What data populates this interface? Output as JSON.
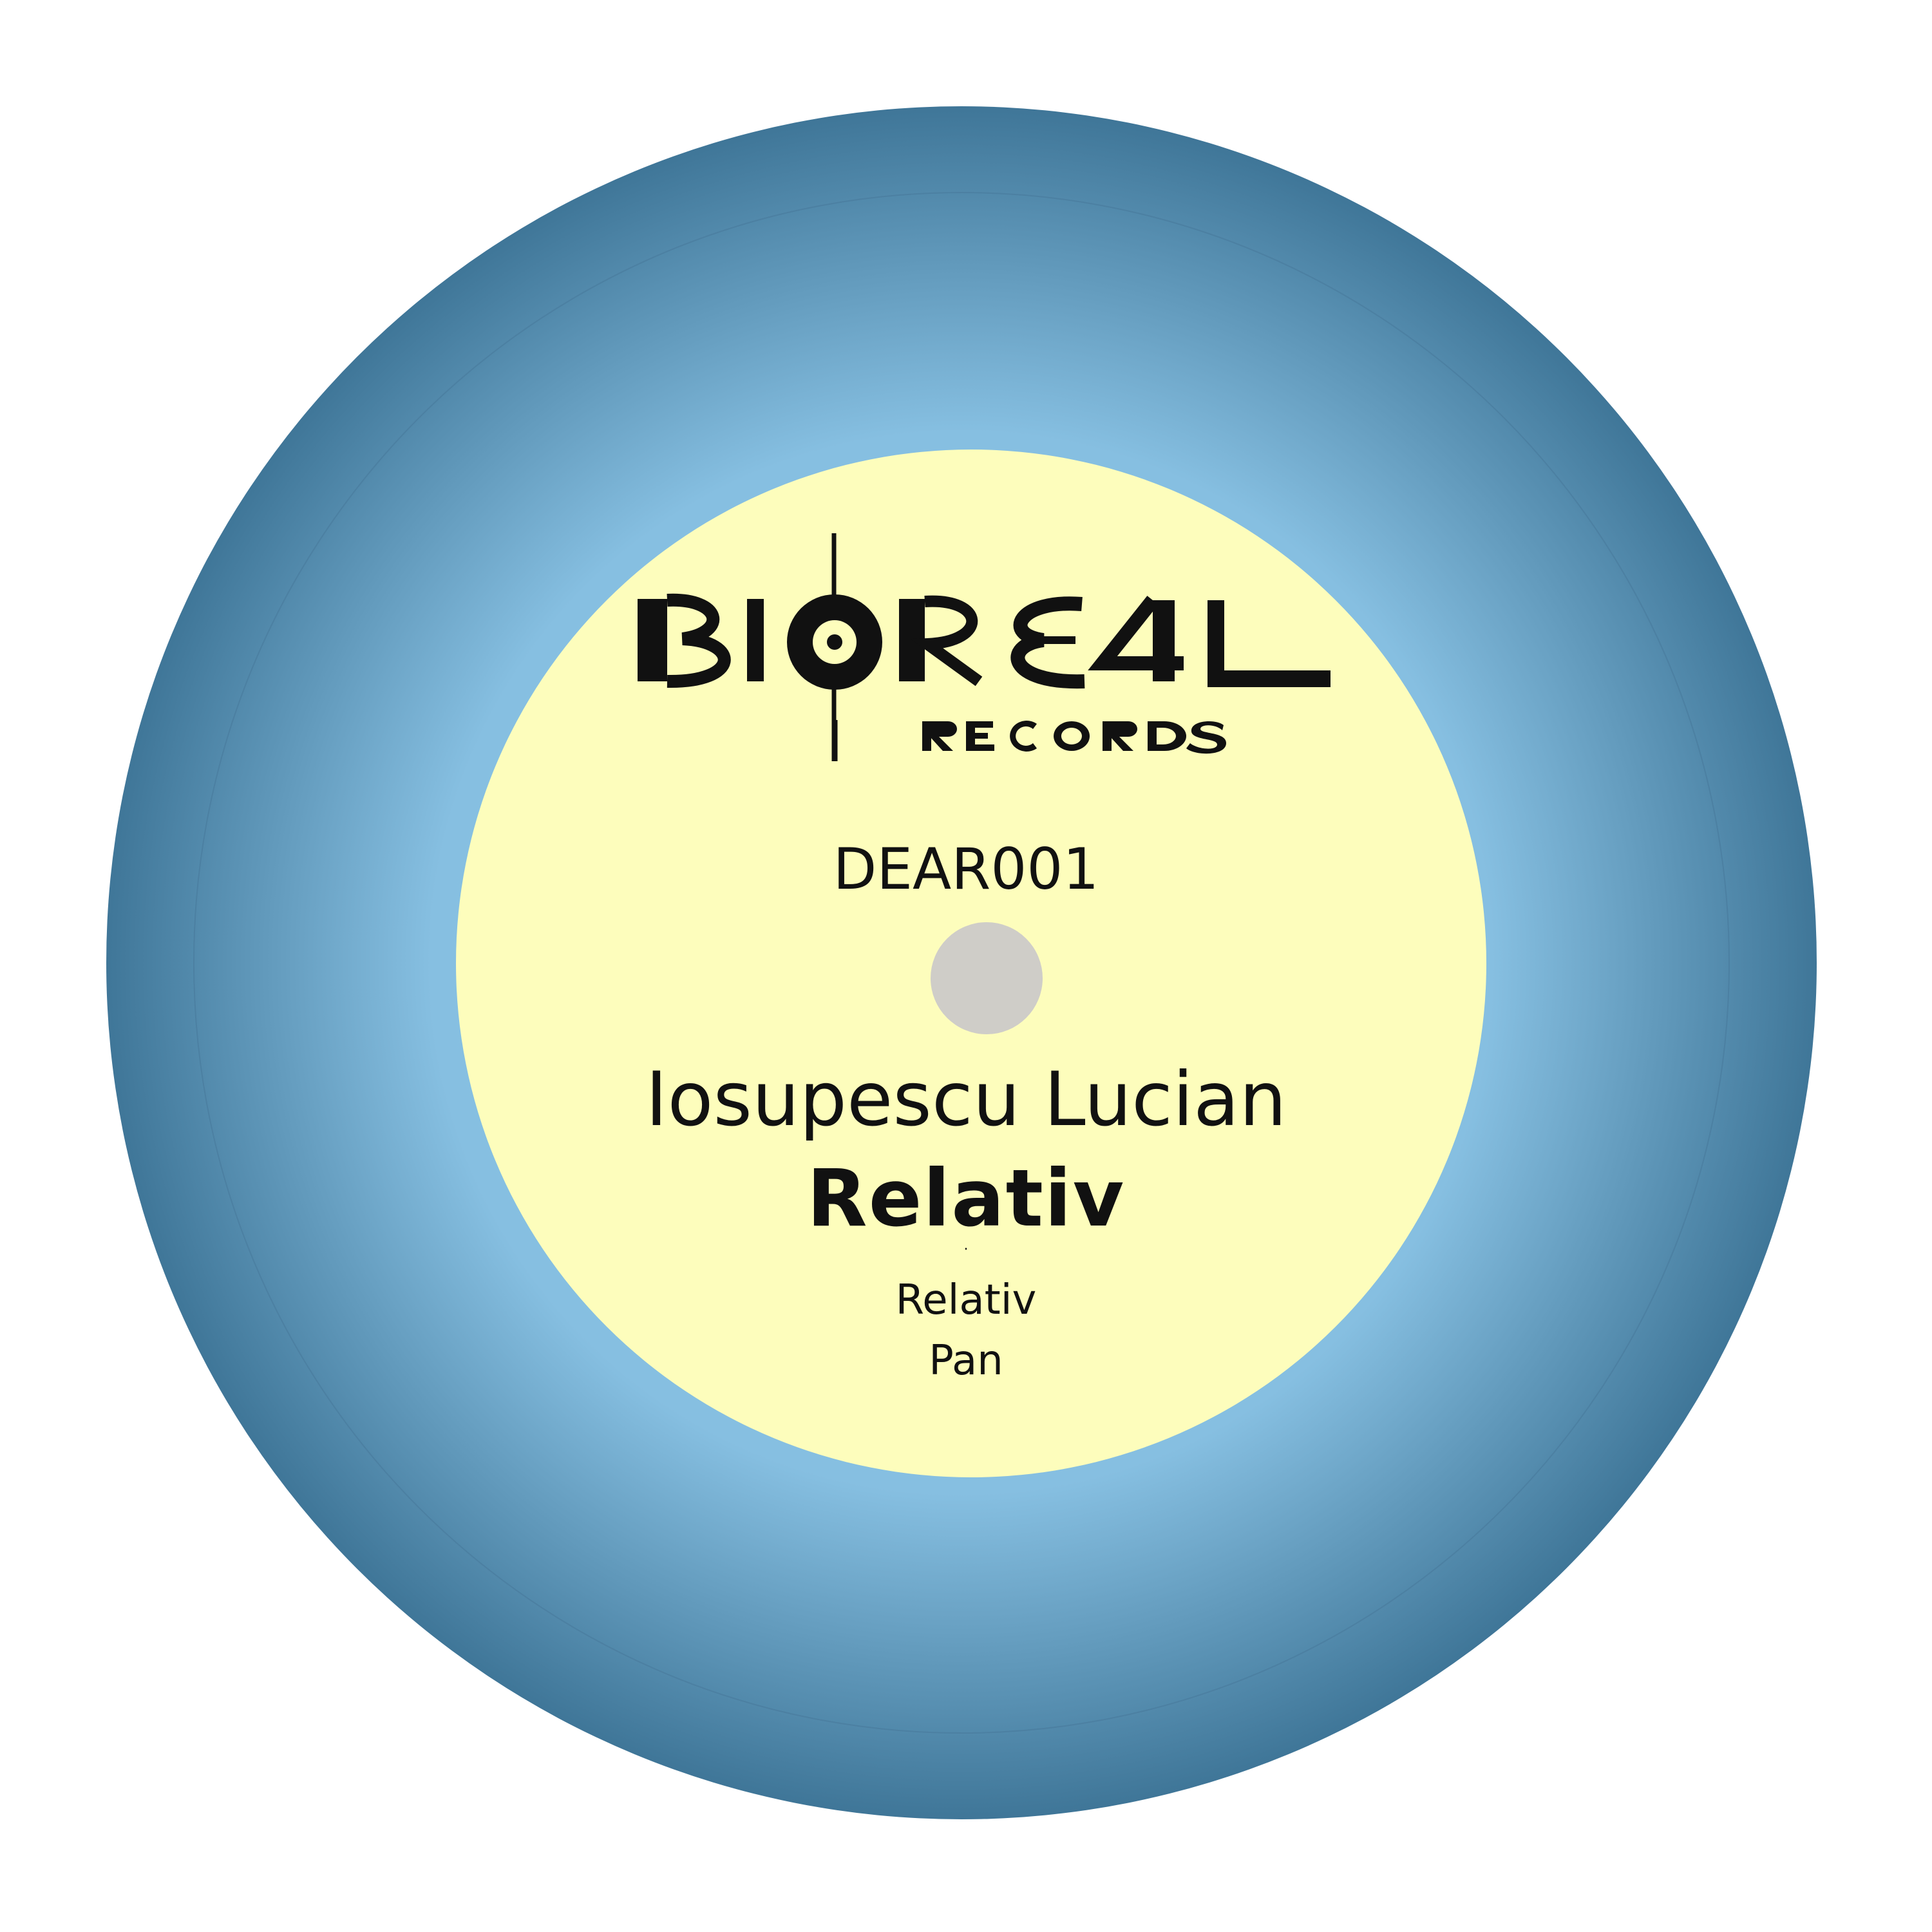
{
  "label": {
    "brand": "BIOREAL",
    "brand_sub": "RECORDS",
    "catalog_number": "DEAR001",
    "artist": "Iosupescu Lucian",
    "release_title": "Relativ",
    "separator": "·",
    "tracks": [
      "Relativ",
      "Pan"
    ]
  },
  "colors": {
    "background": "#ffffff",
    "vinyl_inner": "#8ec6e6",
    "vinyl_outer": "#3f7698",
    "label_paper": "#fdfdbc",
    "spindle_hole": "#cfcdc8",
    "ink": "#111111"
  }
}
